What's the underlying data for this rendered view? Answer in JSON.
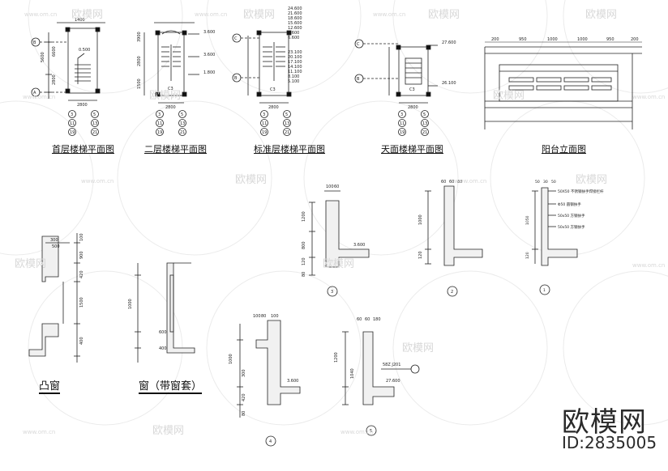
{
  "plans": {
    "ground": {
      "title": "首层楼梯平面图",
      "axis_top": "B",
      "axis_bottom": "A",
      "elev": "0.500",
      "width_dim": "2800",
      "top_dim": "1400",
      "side_dims": [
        "5600",
        "6600",
        "2800"
      ],
      "axes": [
        [
          "3",
          "5"
        ],
        [
          "11",
          "13"
        ],
        [
          "19",
          "21"
        ]
      ]
    },
    "second": {
      "title": "二层楼梯平面图",
      "elevs": [
        "3.600",
        "3.600",
        "1.800"
      ],
      "width_dim": "2800",
      "label": "C3",
      "side_dims": [
        "3900",
        "2800",
        "1500"
      ],
      "axes": [
        [
          "3",
          "5"
        ],
        [
          "11",
          "13"
        ],
        [
          "19",
          "21"
        ]
      ]
    },
    "standard": {
      "title": "标准层楼梯平面图",
      "axis_top": "C",
      "axis_bottom": "B",
      "width_dim": "2800",
      "label": "C3",
      "elev_stack_top": [
        "24.600",
        "21.600",
        "18.600",
        "15.600",
        "12.600",
        "9.600",
        "6.600"
      ],
      "elev_stack_bottom": [
        "23.100",
        "20.100",
        "17.100",
        "14.100",
        "11.100",
        "8.100",
        "5.100"
      ],
      "axes": [
        [
          "3",
          "5"
        ],
        [
          "11",
          "13"
        ],
        [
          "19",
          "21"
        ]
      ]
    },
    "roof": {
      "title": "天面楼梯平面图",
      "axis_top": "C",
      "axis_bottom": "B",
      "elevs": [
        "27.600",
        "26.100"
      ],
      "width_dim": "2800",
      "label": "C3",
      "axes": [
        [
          "3",
          "5"
        ],
        [
          "11",
          "13"
        ],
        [
          "19",
          "21"
        ]
      ]
    }
  },
  "balcony": {
    "title": "阳台立面图",
    "dims": [
      "200",
      "950",
      "1000",
      "1000",
      "950",
      "200"
    ]
  },
  "sections": {
    "s3": {
      "number": "3",
      "dims": [
        "100",
        "60",
        "1200",
        "800",
        "120",
        "80"
      ],
      "elev": "3.600"
    },
    "s2": {
      "number": "2",
      "dims": [
        "60",
        "60",
        "60",
        "1000",
        "120"
      ]
    },
    "s1": {
      "number": "1",
      "dims": [
        "50",
        "30",
        "50",
        "1050",
        "120"
      ],
      "notes": [
        "50X50 不锈钢扶手焊接栏杆",
        "Φ50 圆钢扶手",
        "50x50 方钢扶手",
        "50x50 方钢扶手"
      ]
    },
    "s4": {
      "number": "4",
      "dims": [
        "100",
        "80",
        "100",
        "1000",
        "300",
        "420",
        "80"
      ],
      "elev": "3.600"
    },
    "s5": {
      "number": "5",
      "dims": [
        "60",
        "60",
        "180",
        "1200",
        "1040"
      ],
      "elevs": [
        "27.600",
        "58Z J201"
      ]
    }
  },
  "bay_window": {
    "title": "凸窗",
    "dims": [
      "100",
      "300",
      "500",
      "900",
      "420",
      "1500",
      "400"
    ]
  },
  "window": {
    "title": "窗（带窗套）",
    "dims": [
      "1000",
      "600",
      "400"
    ]
  },
  "watermark": {
    "brand": "欧模网",
    "url": "www.om.cn"
  },
  "branding": {
    "name": "欧模网",
    "id": "ID:2835005"
  }
}
